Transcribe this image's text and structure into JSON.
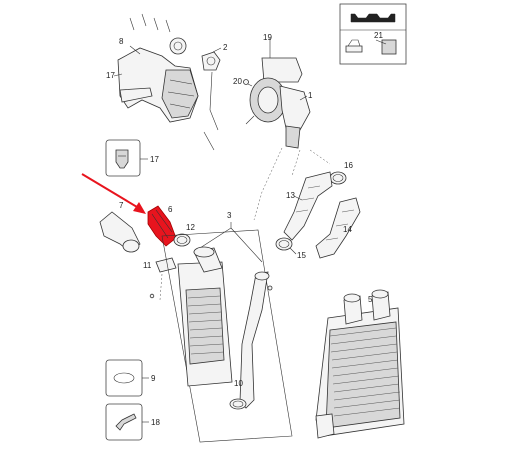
{
  "diagram": {
    "callouts": {
      "c1": "1",
      "c2": "2",
      "c3": "3",
      "c5": "5",
      "c6": "6",
      "c7": "7",
      "c8": "8",
      "c9": "9",
      "c10": "10",
      "c11": "11",
      "c12": "12",
      "c13": "13",
      "c14": "14",
      "c15": "15",
      "c16": "16",
      "c17": "17",
      "c17b": "17",
      "c18": "18",
      "c19": "19",
      "c20": "20",
      "c21": "21"
    },
    "highlight_color": "#e8141e",
    "arrow_color": "#e8141e"
  }
}
